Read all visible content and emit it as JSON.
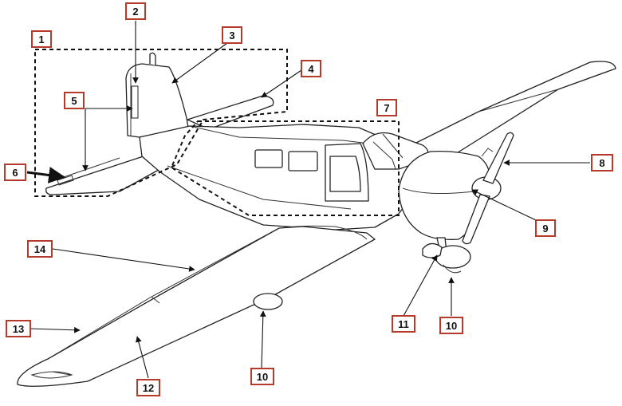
{
  "callouts": [
    {
      "id": "c1",
      "label": "1"
    },
    {
      "id": "c2",
      "label": "2"
    },
    {
      "id": "c3",
      "label": "3"
    },
    {
      "id": "c4",
      "label": "4"
    },
    {
      "id": "c5",
      "label": "5"
    },
    {
      "id": "c6",
      "label": "6"
    },
    {
      "id": "c7",
      "label": "7"
    },
    {
      "id": "c8",
      "label": "8"
    },
    {
      "id": "c9",
      "label": "9"
    },
    {
      "id": "c10a",
      "label": "10"
    },
    {
      "id": "c10b",
      "label": "10"
    },
    {
      "id": "c11",
      "label": "11"
    },
    {
      "id": "c12",
      "label": "12"
    },
    {
      "id": "c13",
      "label": "13"
    },
    {
      "id": "c14",
      "label": "14"
    }
  ]
}
